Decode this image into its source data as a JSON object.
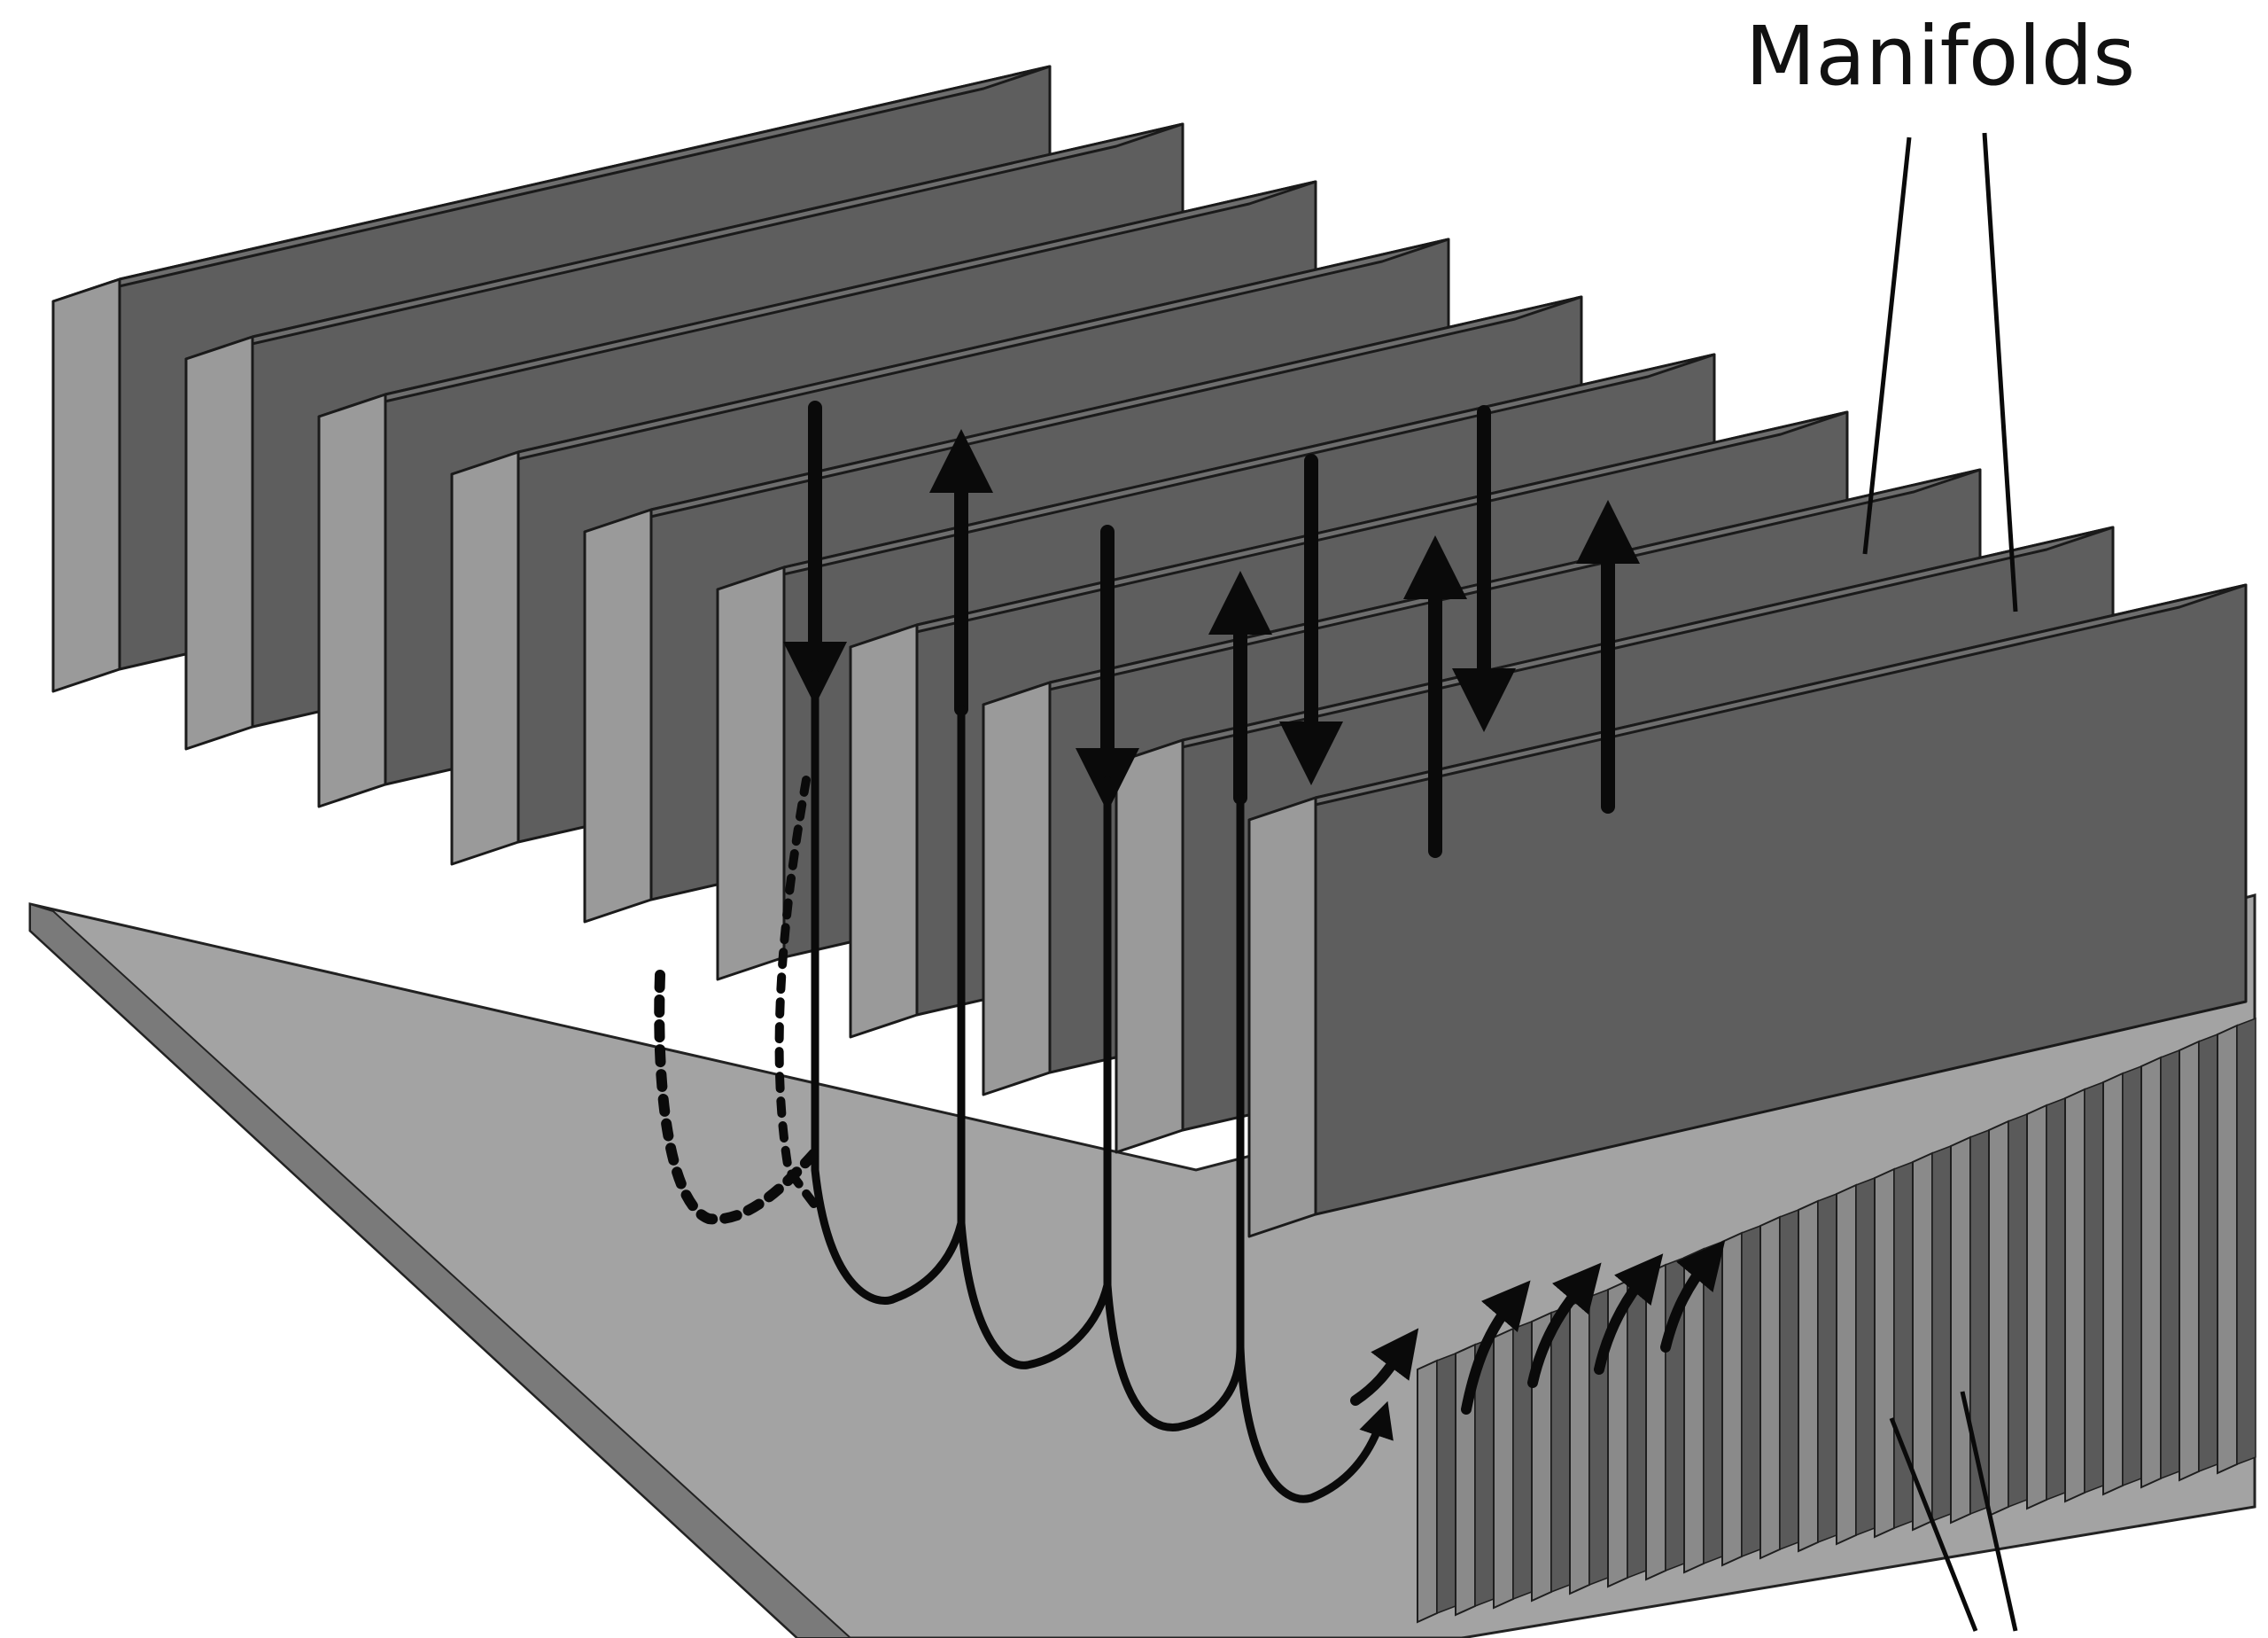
{
  "diagram": {
    "title_label": "Manifolds",
    "colors": {
      "background": "#ffffff",
      "manifold_top": "#6e6e6e",
      "manifold_front": "#9a9a9a",
      "manifold_side": "#5e5e5e",
      "base_top": "#a3a3a3",
      "base_front": "#7a7a7a",
      "microchannel_fin": "#8a8a8a",
      "microchannel_gap": "#5a5a5a",
      "ink": "#0a0a0a"
    },
    "icons": {
      "flow_arrow": "arrow-icon",
      "flow_loop": "curved-flow-path",
      "leader": "leader-line"
    }
  }
}
